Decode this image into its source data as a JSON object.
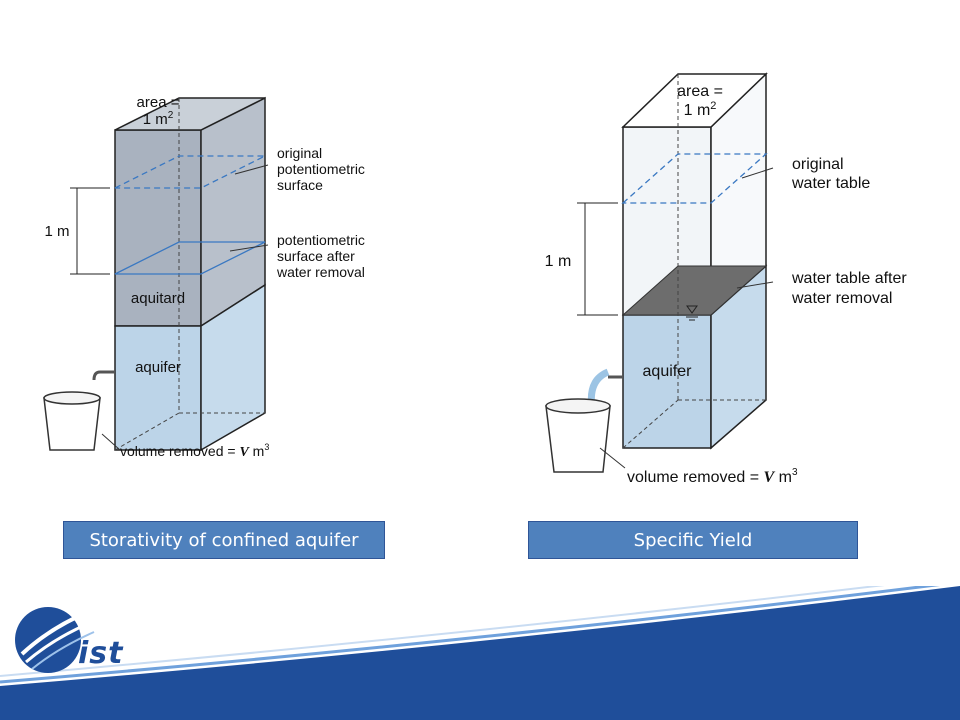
{
  "left_figure": {
    "area_label": "area =",
    "area_value": "1 m",
    "area_exp": "2",
    "dim_label": "1 m",
    "callout_original": [
      "original",
      "potentiometric",
      "surface"
    ],
    "callout_after": [
      "potentiometric",
      "surface after",
      "water removal"
    ],
    "layer_aquitard": "aquitard",
    "layer_aquifer": "aquifer",
    "volume_prefix": "volume removed = ",
    "volume_var": "V",
    "volume_unit": " m",
    "volume_exp": "3"
  },
  "right_figure": {
    "area_label": "area =",
    "area_value": "1 m",
    "area_exp": "2",
    "dim_label": "1 m",
    "callout_original": [
      "original",
      "water table"
    ],
    "callout_after": [
      "water table after",
      "water removal"
    ],
    "layer_aquifer": "aquifer",
    "volume_prefix": "volume removed = ",
    "volume_var": "V",
    "volume_unit": " m",
    "volume_exp": "3"
  },
  "captions": {
    "left": "Storativity of confined aquifer",
    "right": "Specific Yield"
  },
  "colors": {
    "aquitard": "#a9b2bf",
    "aquifer": "#bcd4e8",
    "caption_bg": "#4f81bd",
    "footer_blue": "#1f4e9a",
    "water_table_plane": "#6d6d6d"
  },
  "logo": {
    "text": "ist"
  }
}
